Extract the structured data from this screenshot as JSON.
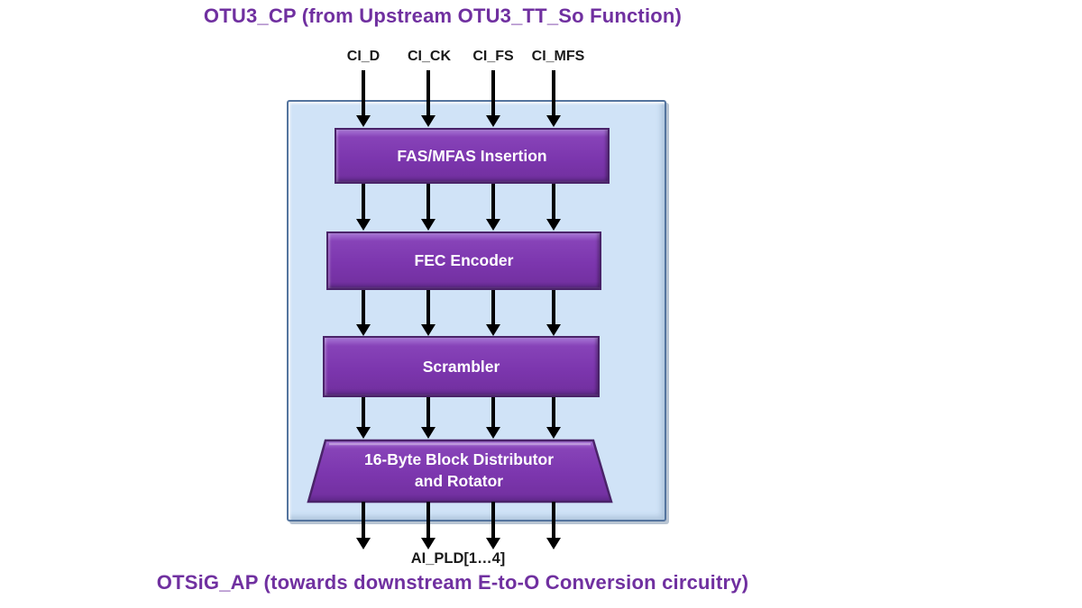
{
  "titles": {
    "top": "OTU3_CP (from Upstream OTU3_TT_So Function)",
    "bottom": "OTSiG_AP (towards downstream E-to-O Conversion circuitry)"
  },
  "inputs": [
    {
      "label": "CI_D"
    },
    {
      "label": "CI_CK"
    },
    {
      "label": "CI_FS"
    },
    {
      "label": "CI_MFS"
    }
  ],
  "blocks": [
    {
      "label": "FAS/MFAS Insertion",
      "shape": "rectangle"
    },
    {
      "label": "FEC Encoder",
      "shape": "rectangle"
    },
    {
      "label": "Scrambler",
      "shape": "rectangle"
    },
    {
      "label": "16-Byte Block Distributor and Rotator",
      "shape": "trapezoid"
    }
  ],
  "output_label": "AI_PLD[1…4]",
  "colors": {
    "title_text": "#7030A0",
    "block_fill": "#7C36AE",
    "block_border": "#4A2369",
    "block_text": "#FFFFFF",
    "container_fill": "#D0E3F7",
    "container_border": "#54749E",
    "arrow": "#000000",
    "signal_text": "#1A1A1A"
  }
}
